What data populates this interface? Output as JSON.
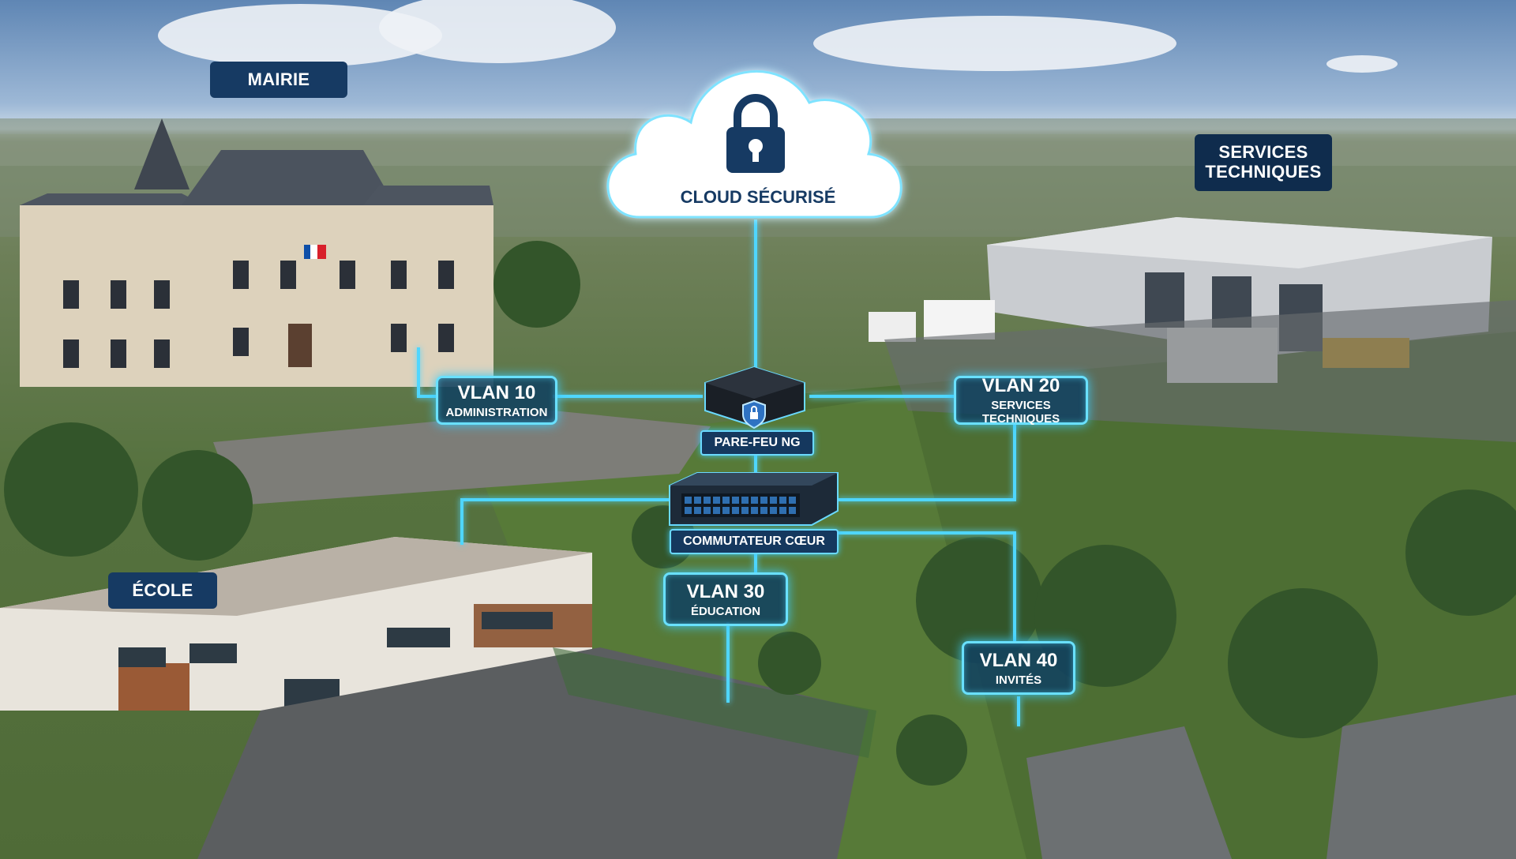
{
  "locations": {
    "mairie": "MAIRIE",
    "services_techniques": [
      "SERVICES",
      "TECHNIQUES"
    ],
    "ecole": "ÉCOLE"
  },
  "cloud": {
    "label": "CLOUD SÉCURISÉ",
    "icon": "padlock-icon"
  },
  "devices": {
    "firewall": {
      "label": "PARE-FEU NG",
      "icon": "shield-lock-icon"
    },
    "core_switch": {
      "label": "COMMUTATEUR CŒUR",
      "icon": "network-switch-icon"
    }
  },
  "vlans": [
    {
      "id": "VLAN 10",
      "name": "ADMINISTRATION"
    },
    {
      "id": "VLAN 20",
      "name": "SERVICES TECHNIQUES"
    },
    {
      "id": "VLAN 30",
      "name": "ÉDUCATION"
    },
    {
      "id": "VLAN 40",
      "name": "INVITÉS"
    }
  ],
  "colors": {
    "link_glow": "#4fd6ff",
    "label_bg": "#163a63",
    "vlan_border": "#69e0ff"
  }
}
